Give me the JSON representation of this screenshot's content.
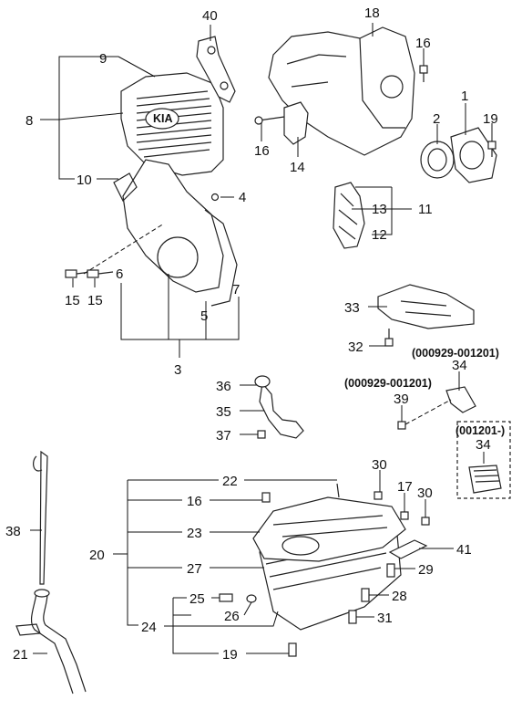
{
  "callouts": [
    "40",
    "18",
    "16",
    "9",
    "1",
    "2",
    "19",
    "8",
    "16",
    "14",
    "10",
    "4",
    "13",
    "11",
    "12",
    "6",
    "7",
    "15",
    "15",
    "5",
    "33",
    "3",
    "32",
    "34",
    "39",
    "36",
    "35",
    "37",
    "34",
    "30",
    "22",
    "17",
    "30",
    "16",
    "38",
    "23",
    "20",
    "41",
    "27",
    "29",
    "25",
    "28",
    "26",
    "24",
    "31",
    "19",
    "21"
  ],
  "codes": {
    "code_a": "(000929-001201)",
    "code_b": "(000929-001201)",
    "code_c": "(001201-)"
  },
  "colors": {
    "line": "#222222",
    "background": "#ffffff"
  }
}
